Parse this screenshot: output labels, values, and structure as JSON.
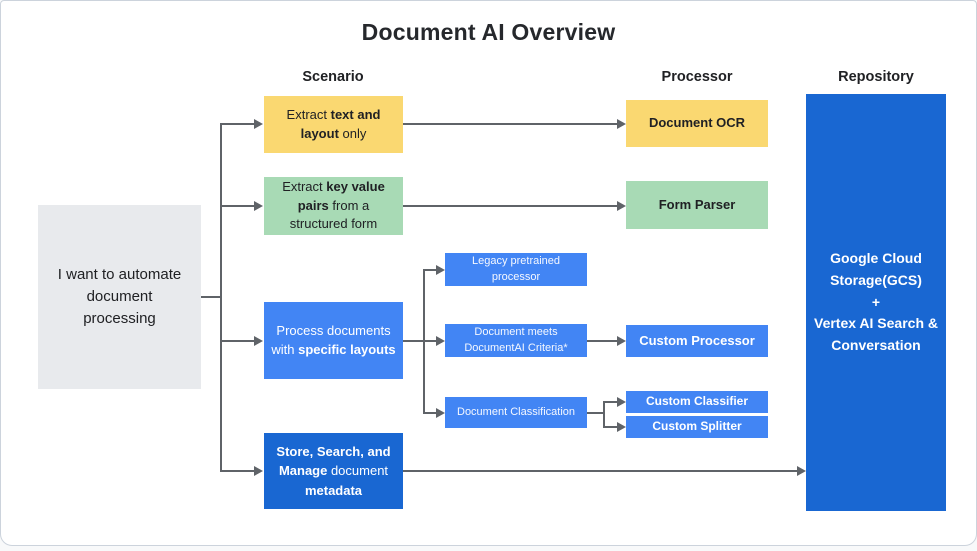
{
  "title": "Document AI Overview",
  "columns": {
    "scenario": "Scenario",
    "processor": "Processor",
    "repository": "Repository"
  },
  "nodes": {
    "root": {
      "lines": [
        [
          {
            "t": "I want to automate",
            "b": 0
          }
        ],
        [
          {
            "t": "document",
            "b": 0
          }
        ],
        [
          {
            "t": "processing",
            "b": 0
          }
        ]
      ]
    },
    "extract_text_layout": {
      "lines": [
        [
          {
            "t": "Extract ",
            "b": 0
          },
          {
            "t": "text and",
            "b": 1
          }
        ],
        [
          {
            "t": "layout",
            "b": 1
          },
          {
            "t": " only",
            "b": 0
          }
        ]
      ]
    },
    "extract_key_value": {
      "lines": [
        [
          {
            "t": "Extract ",
            "b": 0
          },
          {
            "t": "key value",
            "b": 1
          }
        ],
        [
          {
            "t": "pairs",
            "b": 1
          },
          {
            "t": " from a",
            "b": 0
          }
        ],
        [
          {
            "t": "structured form",
            "b": 0
          }
        ]
      ]
    },
    "process_documents": {
      "lines": [
        [
          {
            "t": "Process documents",
            "b": 0
          }
        ],
        [
          {
            "t": "with ",
            "b": 0
          },
          {
            "t": "specific layouts",
            "b": 1
          }
        ]
      ]
    },
    "store_search_manage": {
      "lines": [
        [
          {
            "t": "Store, Search, and",
            "b": 1
          }
        ],
        [
          {
            "t": "Manage",
            "b": 1
          },
          {
            "t": " document",
            "b": 0
          }
        ],
        [
          {
            "t": "metadata",
            "b": 1
          }
        ]
      ]
    },
    "legacy_pretrained": {
      "lines": [
        [
          {
            "t": "Legacy pretrained",
            "b": 0
          }
        ],
        [
          {
            "t": "processor",
            "b": 0
          }
        ]
      ]
    },
    "document_meets_criteria": {
      "lines": [
        [
          {
            "t": "Document meets",
            "b": 0
          }
        ],
        [
          {
            "t": "DocumentAI Criteria*",
            "b": 0
          }
        ]
      ]
    },
    "document_classification": {
      "label": "Document Classification"
    },
    "document_ocr": {
      "label": "Document OCR"
    },
    "form_parser": {
      "label": "Form Parser"
    },
    "custom_processor": {
      "label": "Custom Processor"
    },
    "custom_classifier": {
      "label": "Custom Classifier"
    },
    "custom_splitter": {
      "label": "Custom Splitter"
    },
    "repository": {
      "lines": [
        [
          {
            "t": "Google Cloud",
            "b": 1
          }
        ],
        [
          {
            "t": "Storage(GCS)",
            "b": 1
          }
        ],
        [
          {
            "t": "+",
            "b": 1
          }
        ],
        [
          {
            "t": "Vertex AI Search &",
            "b": 1
          }
        ],
        [
          {
            "t": "Conversation",
            "b": 1
          }
        ]
      ]
    }
  },
  "colors": {
    "yellow": "#FAD871",
    "green": "#A8DAB5",
    "blue": "#4285F4",
    "dark_blue": "#1967D2",
    "gray_box": "#E8EAED",
    "connector": "#5F6368",
    "text_dark": "#202124"
  }
}
